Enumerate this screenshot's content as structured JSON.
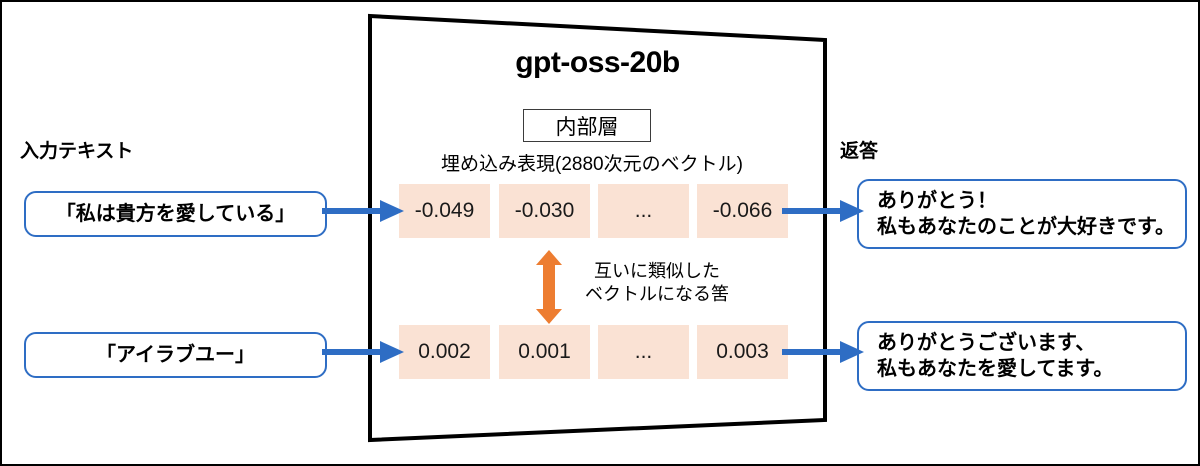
{
  "model": {
    "title": "gpt-oss-20b",
    "inner_layer_label": "内部層",
    "embedding_caption": "埋め込み表現(2880次元のベクトル)"
  },
  "labels": {
    "input": "入力テキスト",
    "reply": "返答"
  },
  "inputs": [
    {
      "text": "「私は貴方を愛している」"
    },
    {
      "text": "「アイラブユー」"
    }
  ],
  "replies": [
    {
      "line1": "ありがとう！",
      "line2": "私もあなたのことが大好きです。"
    },
    {
      "line1": "ありがとうございます、",
      "line2": "私もあなたを愛してます。"
    }
  ],
  "embeddings": {
    "row_top": [
      "-0.049",
      "-0.030",
      "...",
      "-0.066"
    ],
    "row_bottom": [
      "0.002",
      "0.001",
      "...",
      "0.003"
    ]
  },
  "similarity_note": {
    "line1": "互いに類似した",
    "line2": "ベクトルになる筈"
  },
  "colors": {
    "arrow_blue": "#2E6DC4",
    "arrow_orange": "#ED7D31",
    "cell_peach": "#FAE2D4",
    "border_black": "#000000",
    "background": "#FFFFFF"
  },
  "icons": {
    "input_arrow": "arrow-right-icon",
    "output_arrow": "arrow-right-icon",
    "similarity_arrow": "arrow-up-down-icon"
  }
}
